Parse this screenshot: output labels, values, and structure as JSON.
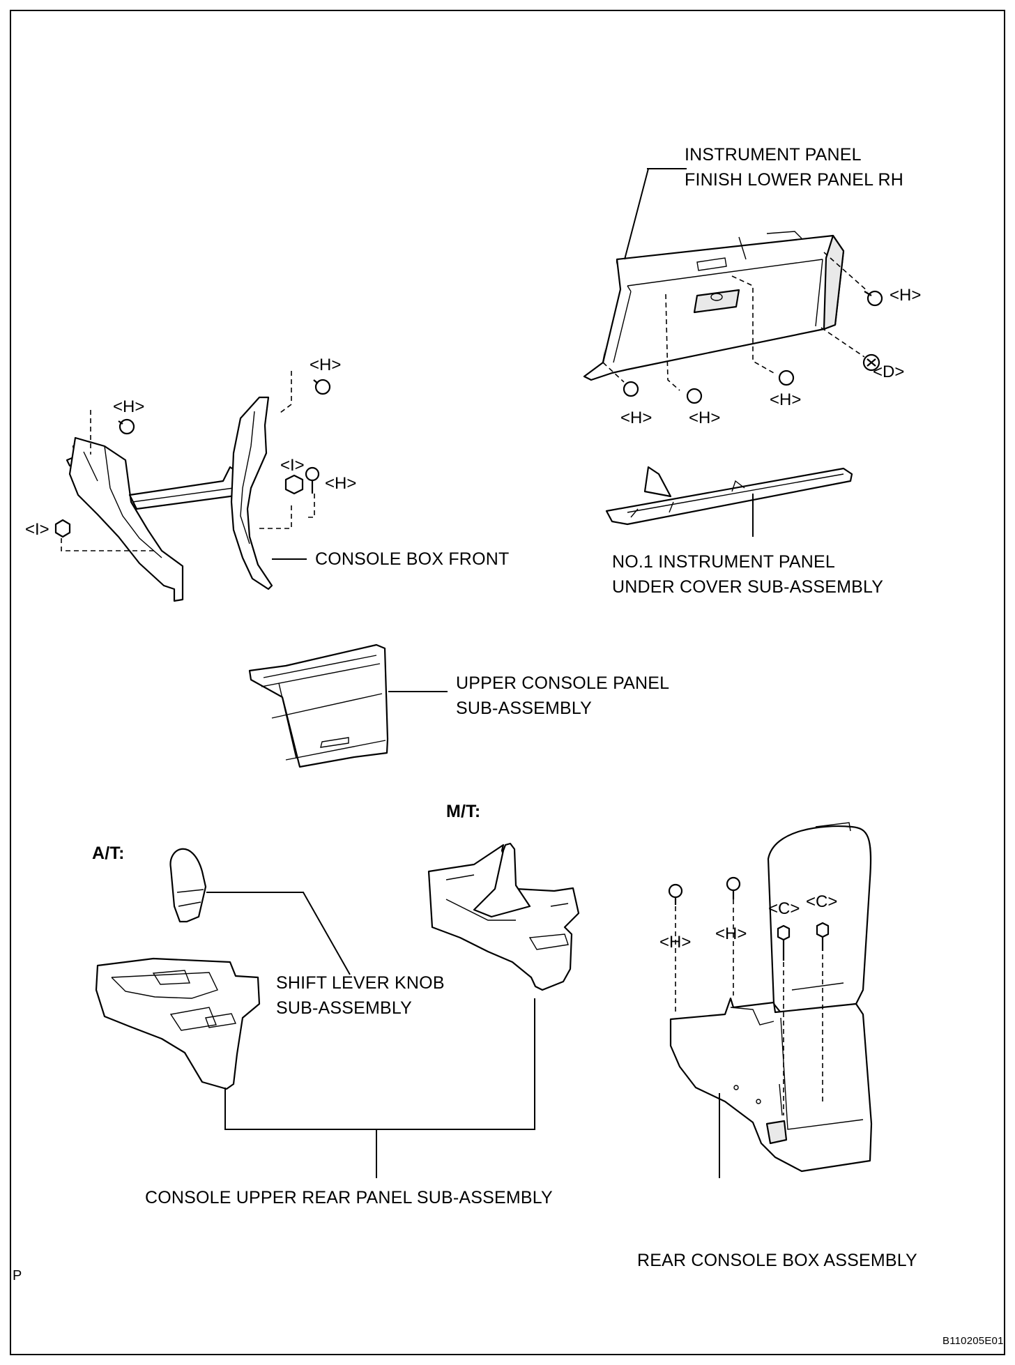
{
  "labels": {
    "instrument_panel_finish_l1": "INSTRUMENT PANEL",
    "instrument_panel_finish_l2": "FINISH LOWER PANEL RH",
    "console_box_front": "CONSOLE BOX FRONT",
    "no1_under_cover_l1": "NO.1 INSTRUMENT PANEL",
    "no1_under_cover_l2": "UNDER COVER SUB-ASSEMBLY",
    "upper_console_l1": "UPPER CONSOLE PANEL",
    "upper_console_l2": "SUB-ASSEMBLY",
    "mt": "M/T:",
    "at": "A/T:",
    "shift_knob_l1": "SHIFT LEVER KNOB",
    "shift_knob_l2": "SUB-ASSEMBLY",
    "console_upper_rear": "CONSOLE UPPER REAR PANEL SUB-ASSEMBLY",
    "rear_console_box": "REAR CONSOLE BOX ASSEMBLY",
    "page_letter": "P",
    "figure_code": "B110205E01"
  },
  "fastener_tags": {
    "h": "<H>",
    "i": "<I>",
    "d": "<D>",
    "c": "<C>"
  }
}
